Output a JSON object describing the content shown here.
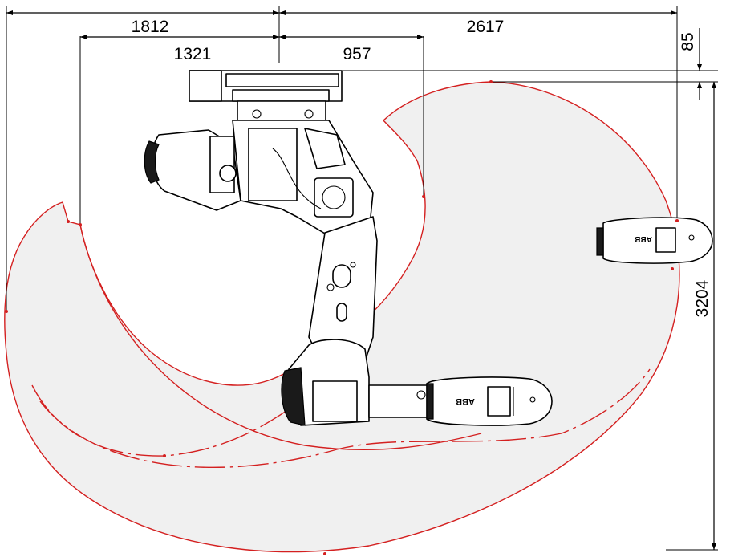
{
  "dimensions": {
    "max_reach_back": "1812",
    "max_reach_front": "2617",
    "min_reach_back": "1321",
    "min_reach_front": "957",
    "top_offset": "85",
    "total_height": "3204"
  },
  "colors": {
    "envelope_stroke": "#d42020",
    "envelope_fill": "#f0f0f0",
    "lines": "#000000"
  },
  "labels": {
    "brand_upper": "ABB",
    "brand_lower": "ABB"
  }
}
